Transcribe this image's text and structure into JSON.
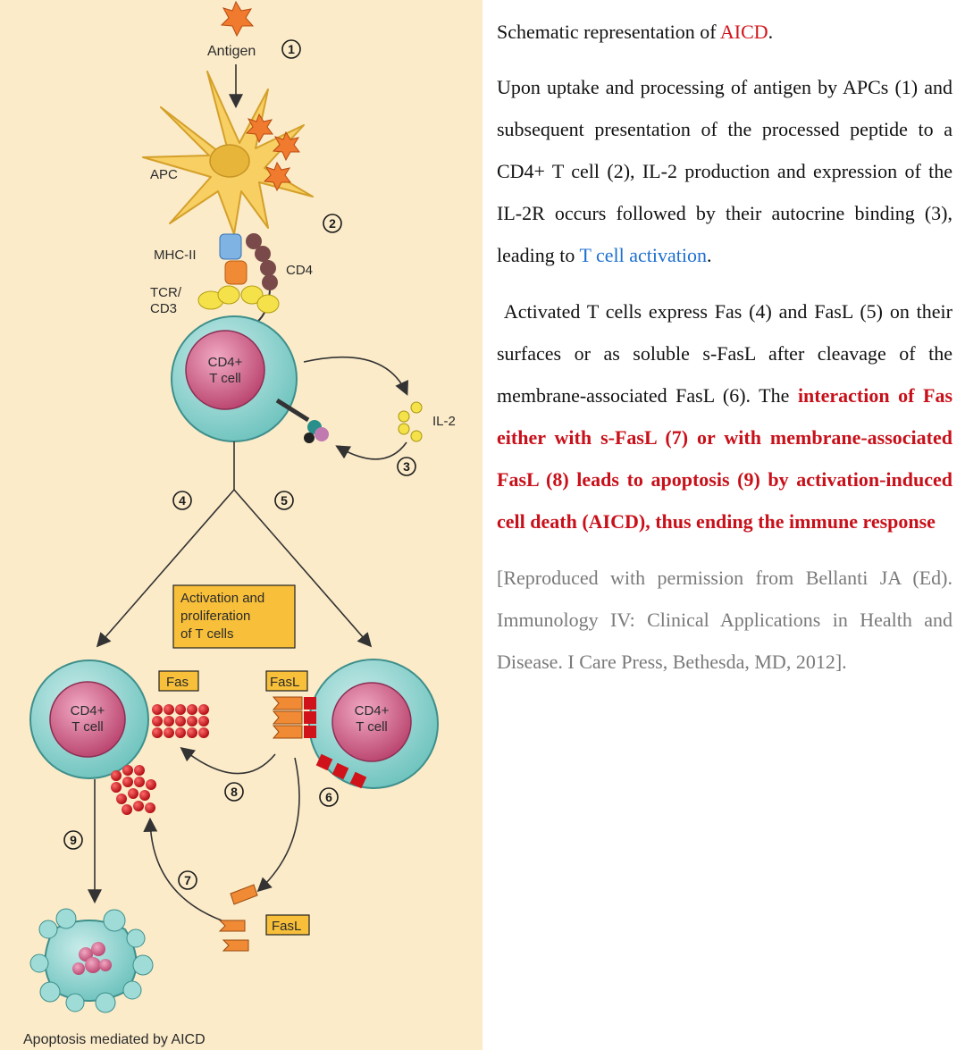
{
  "diagram": {
    "labels": {
      "antigen": "Antigen",
      "apc": "APC",
      "mhc": "MHC-II",
      "cd4": "CD4",
      "tcr1": "TCR/",
      "tcr2": "CD3",
      "il2": "IL-2",
      "tcell1": "CD4+",
      "tcell2": "T cell",
      "activation1": "Activation and",
      "activation2": "proliferation",
      "activation3": "of T cells",
      "fas": "Fas",
      "fasl": "FasL",
      "apoptosis": "Apoptosis mediated by AICD"
    },
    "steps": [
      "1",
      "2",
      "3",
      "4",
      "5",
      "6",
      "7",
      "8",
      "9"
    ]
  },
  "text": {
    "caption_prefix": "Schematic representation of ",
    "caption_term": "AICD",
    "caption_suffix": ".",
    "para1_main": "Upon uptake and processing of antigen by APCs (1) and subsequent presentation of the processed peptide to a CD4+ T cell (2), IL-2 production and expression of the IL-2R occurs followed by their autocrine binding (3), leading to ",
    "para1_link": "T cell activation",
    "para1_end": ".",
    "para2_main": "Activated T cells express Fas (4) and FasL (5) on their surfaces or as soluble s-FasL after cleavage of the membrane-associated FasL (6). The ",
    "para2_bold": "interaction of Fas either with s-FasL (7) or with membrane-associated FasL (8) leads to apoptosis (9) by activation-induced cell death (AICD), thus ending the immune response",
    "citation": "[Reproduced with permission from Bellanti JA (Ed). Immunology IV: Clinical Applications in Health and Disease. I Care Press, Bethesda, MD, 2012]."
  },
  "colors": {
    "background_panel": "#fbebc9",
    "accent_red": "#d0131a",
    "link_blue": "#1d6fd0",
    "citation_gray": "#7a7a7a",
    "cell_teal": "#8fd3cf",
    "nucleus_pink": "#c5547f",
    "box_yellow": "#f7bf3a"
  }
}
